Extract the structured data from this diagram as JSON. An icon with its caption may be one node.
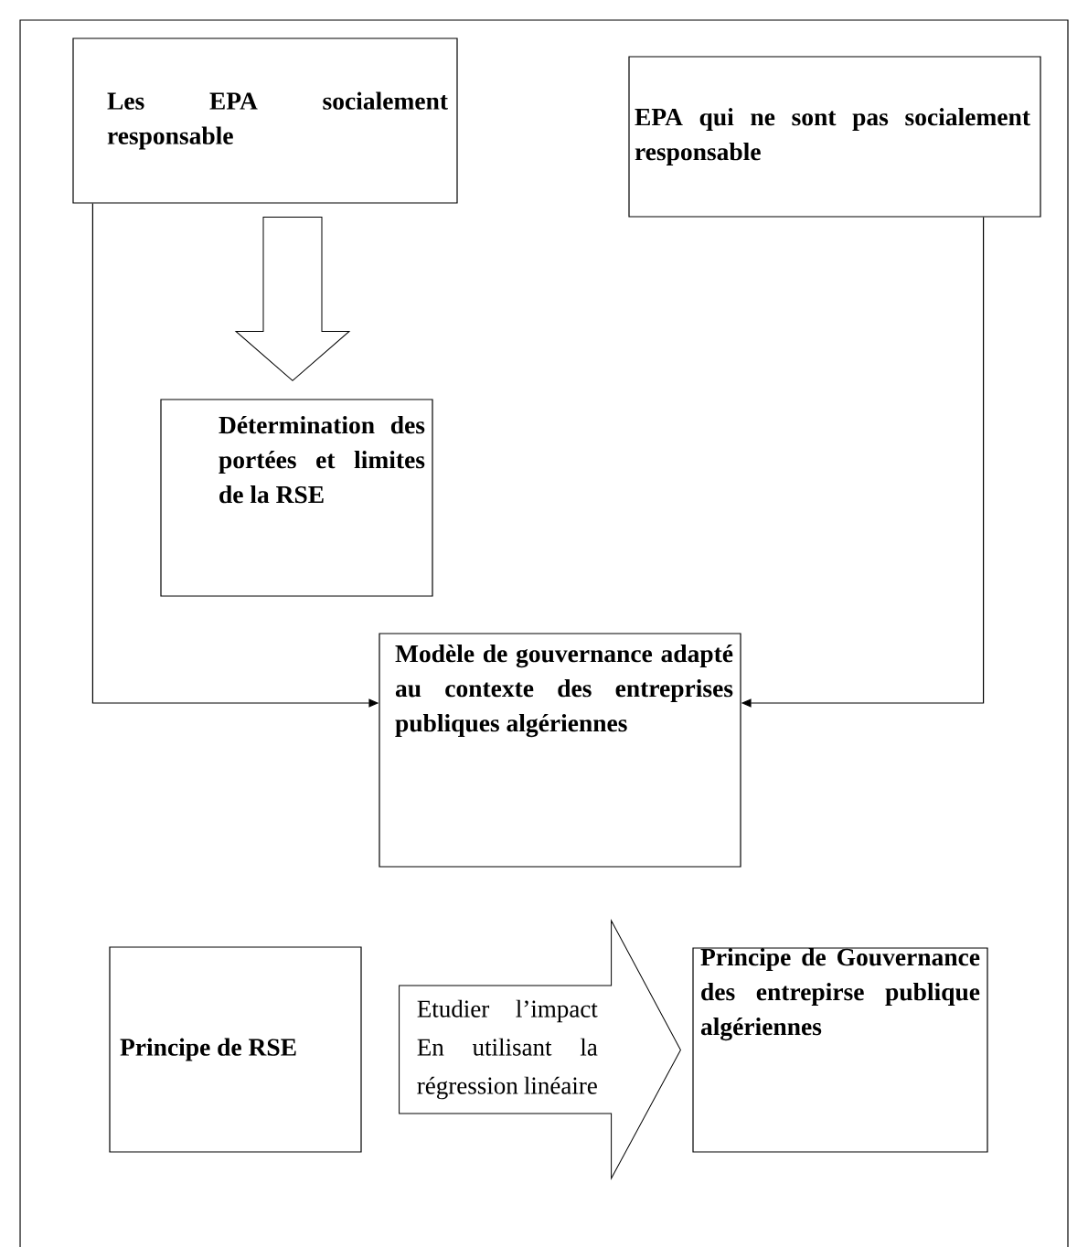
{
  "diagram": {
    "nodes": [
      {
        "text": [
          "Les EPA socialement responsable"
        ]
      },
      {
        "text": [
          "EPA qui ne sont pas socialement responsable"
        ]
      },
      {
        "text": [
          "Détermination des portées et limites de la RSE"
        ]
      },
      {
        "text": [
          "Modèle de gouvernance adapté au contexte des entreprises publiques algériennes"
        ]
      },
      {
        "text": [
          "Principe de RSE"
        ]
      },
      {
        "text": [
          "Principe de Gouvernance des entrepirse publique algériennes"
        ]
      }
    ],
    "edges": [
      {
        "from": 0,
        "to": 2,
        "arrow": "to"
      },
      {
        "from": 0,
        "to": 3,
        "arrow": "to"
      },
      {
        "from": 1,
        "to": 3,
        "arrow": "to"
      },
      {
        "from": 4,
        "to": 5,
        "arrow": "to",
        "label": "Etudier l’impact En utilisant la régression linéaire"
      }
    ]
  }
}
